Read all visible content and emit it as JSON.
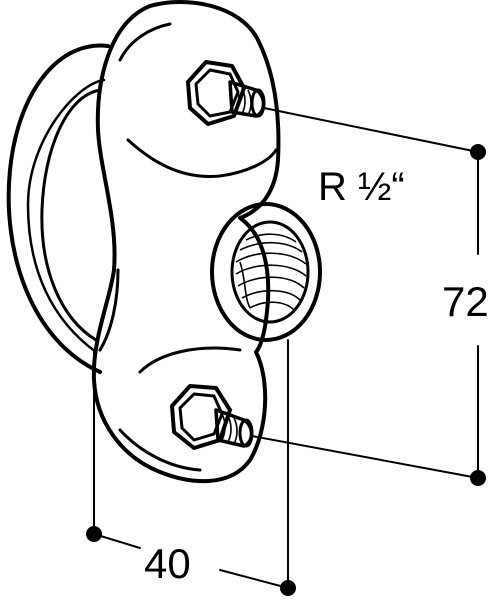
{
  "drawing": {
    "thread_label": "R ½“",
    "height_dimension": "72",
    "width_dimension": "40"
  }
}
